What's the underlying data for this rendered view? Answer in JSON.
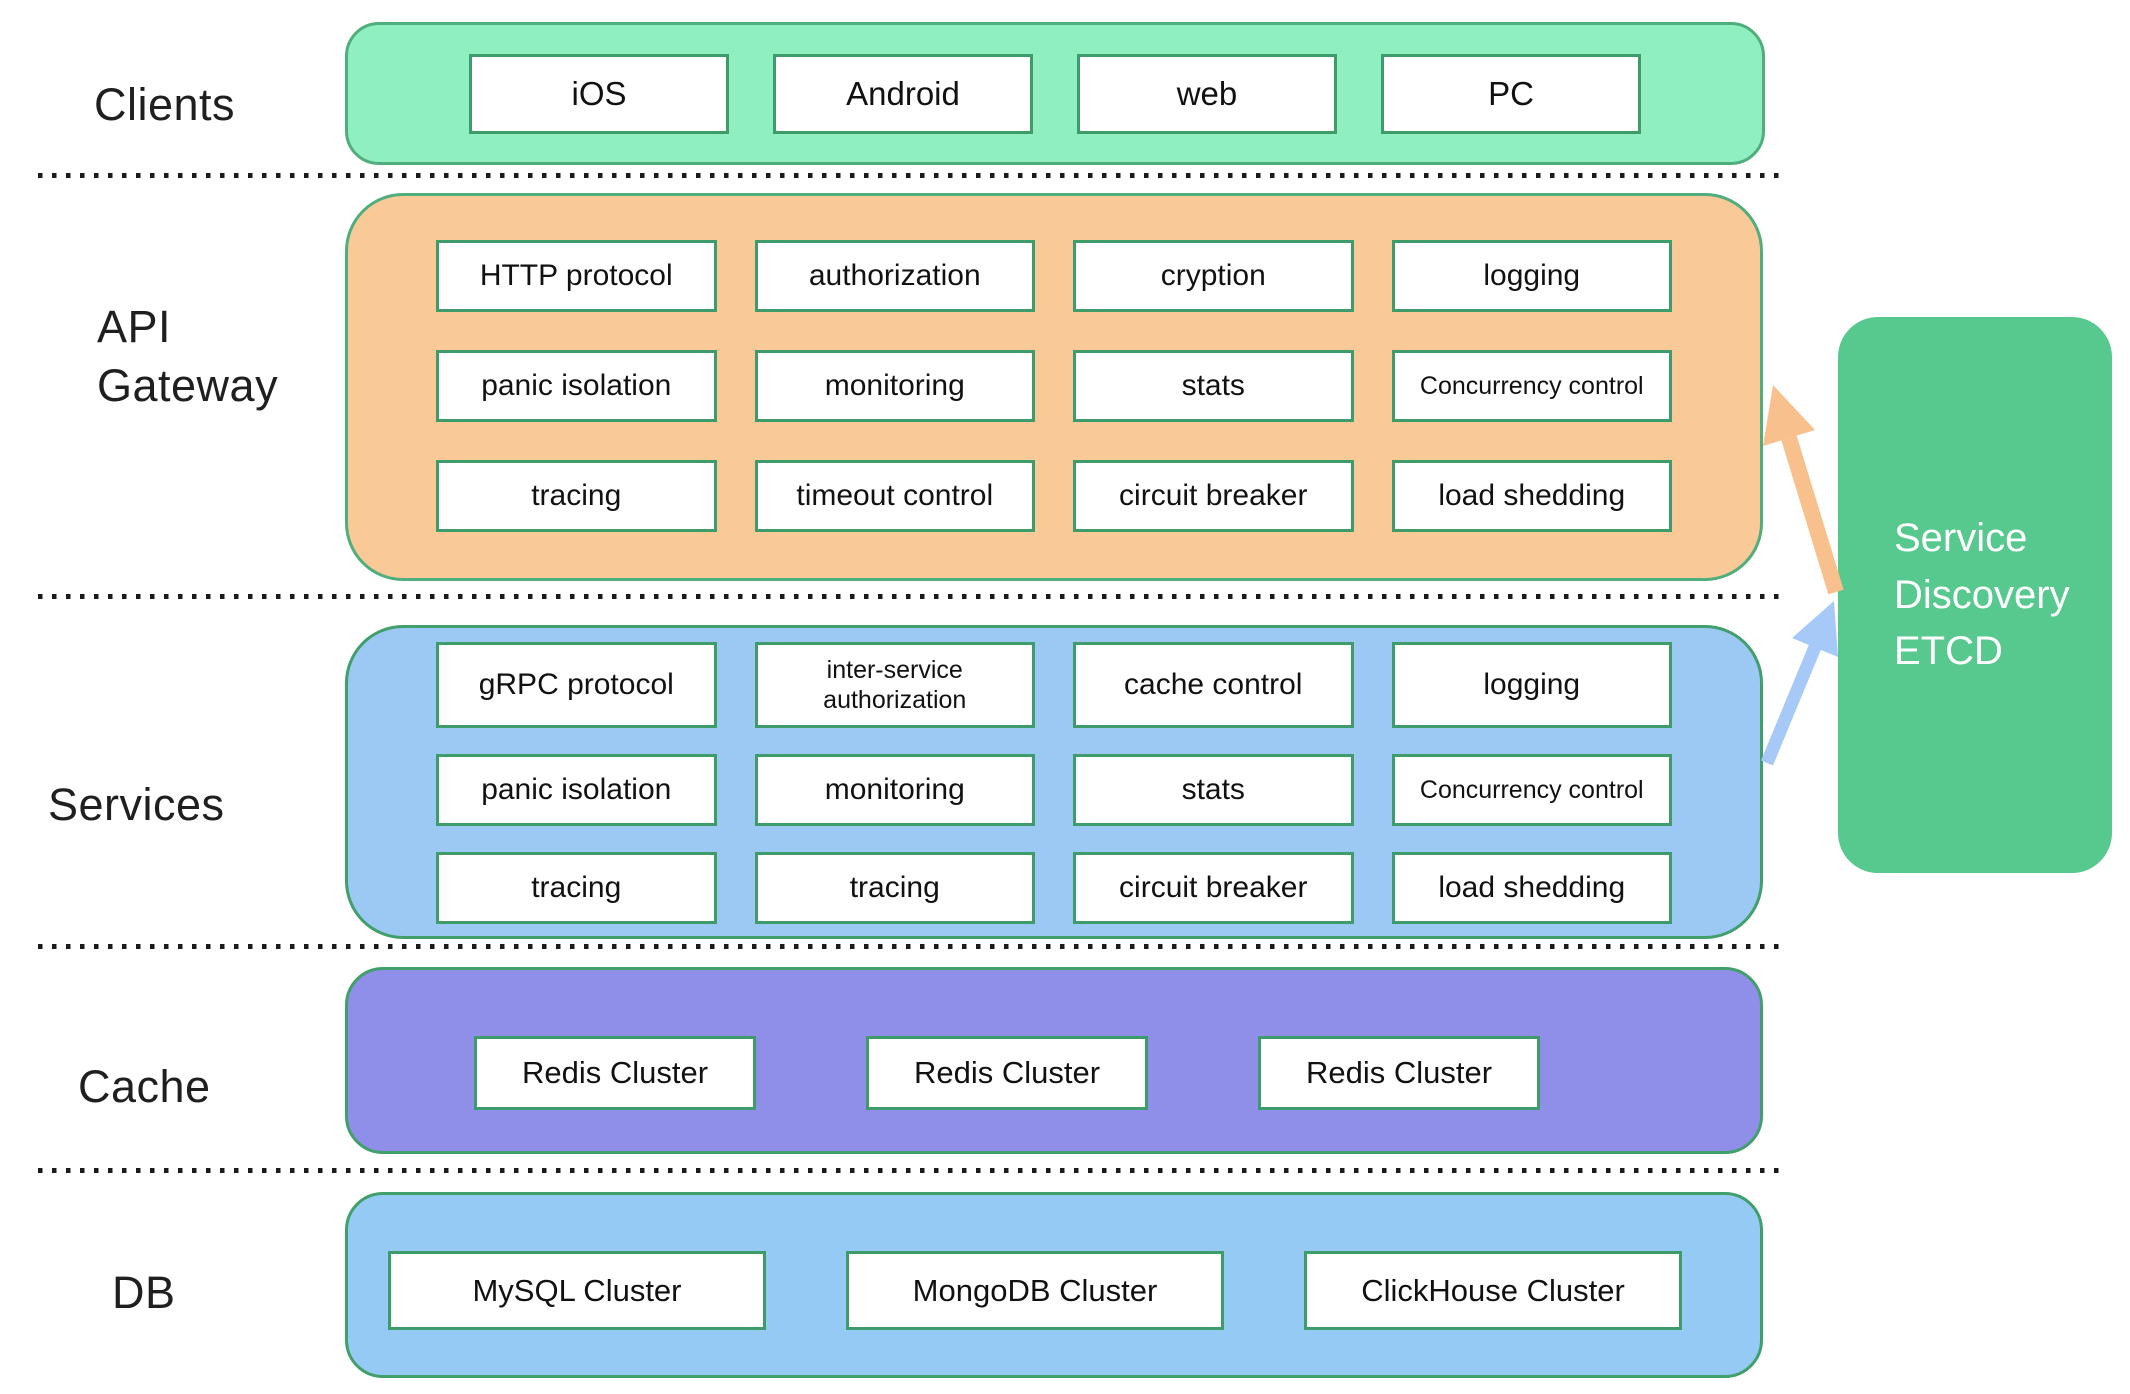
{
  "labels": {
    "clients": "Clients",
    "api_gateway": "API Gateway",
    "services": "Services",
    "cache": "Cache",
    "db": "DB"
  },
  "clients": {
    "cells": [
      "iOS",
      "Android",
      "web",
      "PC"
    ]
  },
  "api_gateway": {
    "cells": [
      "HTTP protocol",
      "authorization",
      "cryption",
      "logging",
      "panic isolation",
      "monitoring",
      "stats",
      "Concurrency control",
      "tracing",
      "timeout control",
      "circuit breaker",
      "load shedding"
    ]
  },
  "services": {
    "cells": [
      "gRPC protocol",
      "inter-service authorization",
      "cache control",
      "logging",
      "panic isolation",
      "monitoring",
      "stats",
      "Concurrency control",
      "tracing",
      "tracing",
      "circuit breaker",
      "load shedding"
    ]
  },
  "cache": {
    "cells": [
      "Redis Cluster",
      "Redis Cluster",
      "Redis Cluster"
    ]
  },
  "db": {
    "cells": [
      "MySQL Cluster",
      "MongoDB Cluster",
      "ClickHouse Cluster"
    ]
  },
  "service_discovery": {
    "text": "Service Discovery ETCD"
  },
  "colors": {
    "clients_fill": "#8FEFC0",
    "gateway_fill": "#F9C997",
    "services_fill": "#9CC8F4",
    "cache_fill": "#8F8FE9",
    "db_fill": "#95CAF5",
    "discovery_fill": "#57C88E",
    "band_border_green": "#4FAE7B",
    "cell_border_green": "#3E9C6A",
    "arrow_orange": "#F8C08D",
    "arrow_blue": "#A6C9F8",
    "dotted_line": "#1B1B1B"
  }
}
